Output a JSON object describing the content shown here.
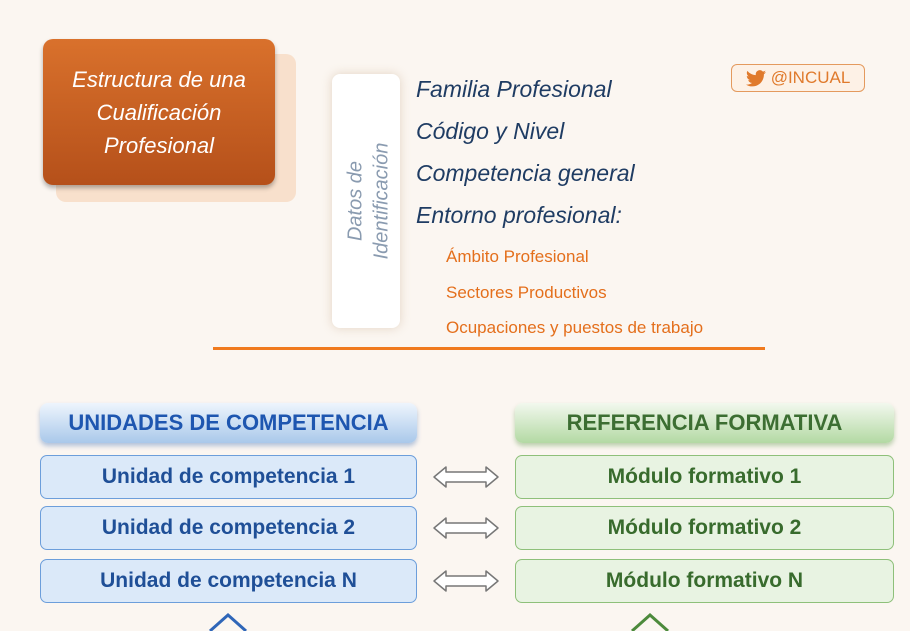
{
  "title": {
    "line1": "Estructura de una",
    "line2": "Cualificación",
    "line3": "Profesional"
  },
  "side_label": {
    "line1": "Datos de",
    "line2": "Identificación"
  },
  "twitter": {
    "handle": "@INCUAL",
    "icon": "twitter-bird-icon"
  },
  "fields": [
    "Familia Profesional",
    "Código y Nivel",
    "Competencia general",
    "Entorno profesional:"
  ],
  "subfields": [
    "Ámbito Profesional",
    "Sectores Productivos",
    "Ocupaciones y puestos de trabajo"
  ],
  "columns": {
    "left_header": "UNIDADES DE COMPETENCIA",
    "right_header": "REFERENCIA FORMATIVA"
  },
  "rows": [
    {
      "left": "Unidad de competencia 1",
      "right": "Módulo formativo 1"
    },
    {
      "left": "Unidad de competencia 2",
      "right": "Módulo formativo 2"
    },
    {
      "left": "Unidad de competencia N",
      "right": "Módulo formativo N"
    }
  ],
  "colors": {
    "orange_accent": "#e46f1c",
    "title_card": "#c45f22",
    "navy_text": "#1f3c63",
    "blue_column": "#1e56b0",
    "green_column": "#3c6e32"
  }
}
